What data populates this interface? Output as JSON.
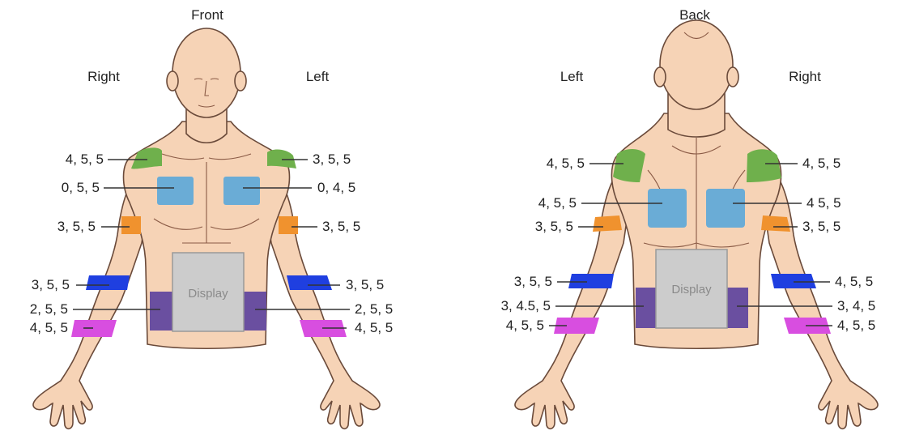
{
  "front": {
    "title": "Front",
    "side_left": "Right",
    "side_right": "Left",
    "display": "Display",
    "labels": {
      "right_shoulder": "4, 5, 5",
      "right_chest": "0, 5, 5",
      "right_upper_arm": "3, 5, 5",
      "right_forearm_band": "3, 5, 5",
      "right_waist_band": "2, 5, 5",
      "right_wrist_band": "4, 5, 5",
      "left_shoulder": "3, 5, 5",
      "left_chest": "0, 4, 5",
      "left_upper_arm": "3, 5, 5",
      "left_forearm_band": "3, 5, 5",
      "left_waist_band": "2, 5, 5",
      "left_wrist_band": "4, 5, 5"
    }
  },
  "back": {
    "title": "Back",
    "side_left": "Left",
    "side_right": "Right",
    "display": "Display",
    "labels": {
      "left_shoulder": "4, 5, 5",
      "left_back": "4, 5, 5",
      "left_upper_arm": "3, 5, 5",
      "left_forearm_band": "3, 5, 5",
      "left_waist_band": "3, 4.5, 5",
      "left_wrist_band": "4, 5, 5",
      "right_shoulder": "4, 5, 5",
      "right_back": "4 5, 5",
      "right_upper_arm": "3, 5, 5",
      "right_forearm_band": "4, 5, 5",
      "right_waist_band": "3, 4, 5",
      "right_wrist_band": "4, 5, 5"
    }
  },
  "colors": {
    "shoulder": "#6fb04c",
    "chest_back": "#6aacd6",
    "upper_arm": "#f0922e",
    "forearm_band": "#1f3fe0",
    "waist_band": "#6a4fa0",
    "wrist_band": "#d84ee0",
    "display": "#cccccc"
  }
}
